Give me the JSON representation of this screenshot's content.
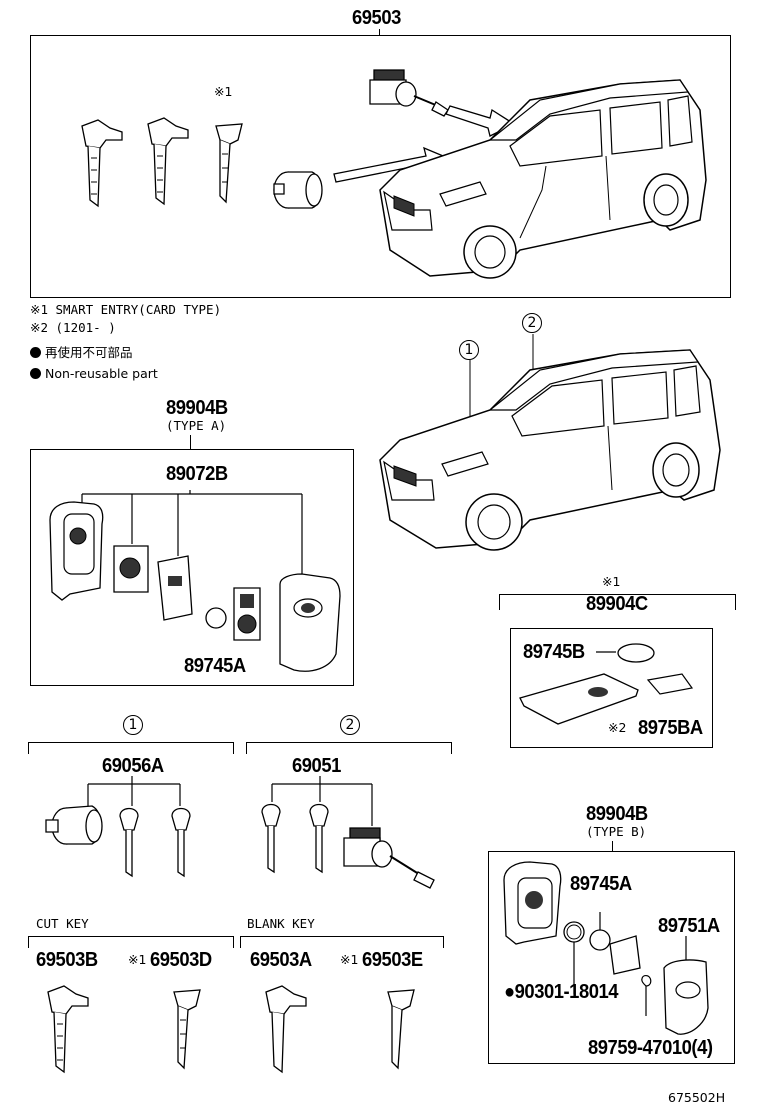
{
  "labels": {
    "p69503": "69503",
    "note1": "※1 SMART ENTRY(CARD TYPE)",
    "note2": "※2 (1201-       )",
    "legend_jp": "再使用不可部品",
    "legend_en": "Non-reusable part",
    "marker1": "※1",
    "p89904B_a": "89904B",
    "typeA": "(TYPE A)",
    "p89072B": "89072B",
    "p89745A_a": "89745A",
    "circ1": "1",
    "circ2": "2",
    "star1_c": "※1",
    "p89904C": "89904C",
    "p89745B": "89745B",
    "star2": "※2",
    "p8975BA": "8975BA",
    "p69056A": "69056A",
    "p69051": "69051",
    "p89904B_b": "89904B",
    "typeB": "(TYPE B)",
    "p89745A_b": "89745A",
    "p89751A": "89751A",
    "p90301": "●90301-18014",
    "p89759": "89759-47010(4)",
    "cutkey": "CUT KEY",
    "blankkey": "BLANK KEY",
    "p69503B": "69503B",
    "p69503D_star": "※1",
    "p69503D": "69503D",
    "p69503A": "69503A",
    "p69503E_star": "※1",
    "p69503E": "69503E",
    "figure_id": "675502H"
  }
}
